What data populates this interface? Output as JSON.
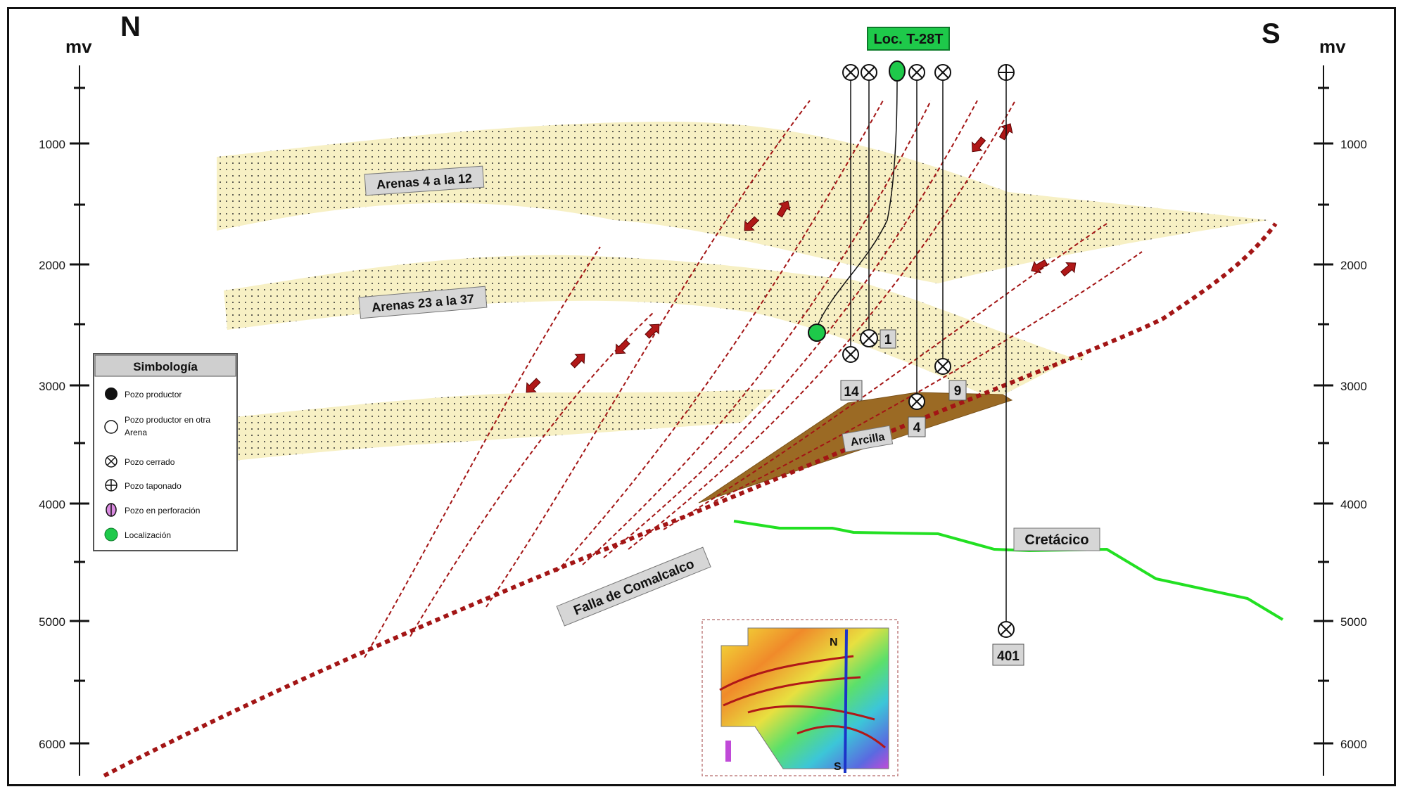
{
  "compass": {
    "north": "N",
    "south": "S"
  },
  "axis": {
    "unit_left": "mv",
    "unit_right": "mv",
    "ticks": [
      "1000",
      "2000",
      "3000",
      "4000",
      "5000",
      "6000"
    ]
  },
  "location_label": "Loc. T-28T",
  "formations": {
    "sands_upper": "Arenas 4 a la 12",
    "sands_middle": "Arenas 23 a la 37",
    "clay": "Arcilla",
    "cretaceous": "Cretácico",
    "fault": "Falla de Comalcalco"
  },
  "wells": [
    "14",
    "1",
    "4",
    "9",
    "401"
  ],
  "legend": {
    "title": "Simbología",
    "items": [
      {
        "icon": "producer-well-icon",
        "label": "Pozo productor"
      },
      {
        "icon": "producer-other-sand-icon",
        "label": "Pozo productor en otra"
      },
      {
        "icon": "producer-other-sand-icon-cont",
        "label": "Arena"
      },
      {
        "icon": "closed-well-icon",
        "label": "Pozo cerrado"
      },
      {
        "icon": "plugged-well-icon",
        "label": "Pozo taponado"
      },
      {
        "icon": "drilling-well-icon",
        "label": "Pozo en perforación"
      },
      {
        "icon": "location-icon",
        "label": "Localización"
      }
    ]
  },
  "inset_map": {
    "north": "N",
    "south": "S"
  },
  "colors": {
    "sand_fill": "#f7f0c4",
    "clay_fill": "#9b6a24",
    "fault_red": "#a31515",
    "cretaceous_line": "#22e022",
    "location_green": "#1ec94a",
    "label_bg": "#d6d6d6"
  }
}
